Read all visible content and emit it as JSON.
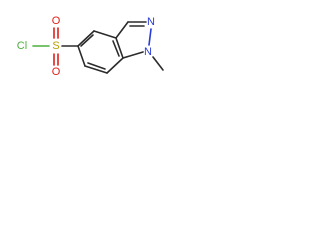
{
  "molecule": {
    "atoms": {
      "n1": "N",
      "n2": "N",
      "s": "S",
      "o_top": "O",
      "o_bottom": "O",
      "cl": "Cl"
    },
    "colors": {
      "bond": "#2b2b2b",
      "nitrogen": "#2a3bd6",
      "oxygen": "#e0201b",
      "sulfur": "#b5a000",
      "chlorine": "#4caf3c"
    }
  }
}
